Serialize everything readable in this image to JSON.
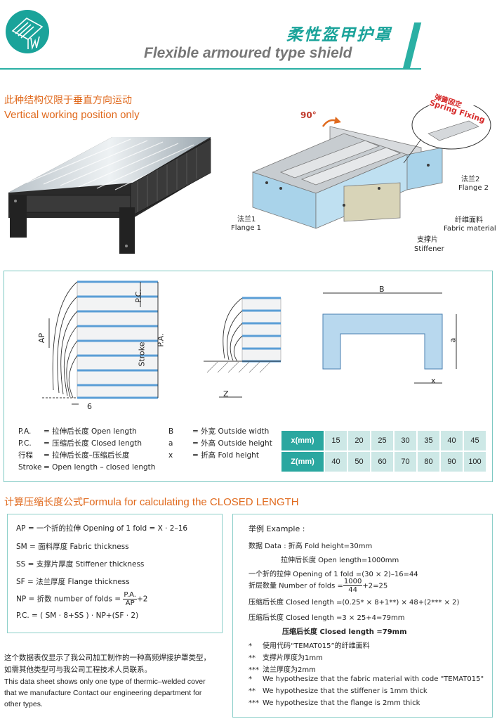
{
  "header": {
    "title_cn": "柔性盔甲护罩",
    "title_en": "Flexible armoured type shield",
    "logo_icon": "shield-logo-icon",
    "accent_color": "#1aa39a"
  },
  "section1": {
    "title_cn": "此种结构仅限于垂直方向运动",
    "title_en": "Vertical working position only",
    "angle": "90°",
    "spring_cn": "弹簧固定",
    "spring_en": "Spring Fixing",
    "flange2_cn": "法兰2",
    "flange2_en": "Flange 2",
    "fabric_cn": "纤维面料",
    "fabric_en": "Fabric material",
    "stiffener_cn": "支撑片",
    "stiffener_en": "Stiffener",
    "flange1_cn": "法兰1",
    "flange1_en": "Flange 1"
  },
  "diagram": {
    "ap": "AP",
    "pc": "P.C.",
    "pa": "P.A.",
    "stroke": "Stroke",
    "six": "6",
    "z": "Z",
    "b": "B",
    "a": "a",
    "x": "x"
  },
  "legend": {
    "left": [
      {
        "key": "P.A.",
        "val": "= 拉伸后长度 Open length"
      },
      {
        "key": "P.C.",
        "val": "= 压缩后长度 Closed length"
      },
      {
        "key": "行程",
        "val": "= 拉伸后长度–压缩后长度"
      },
      {
        "key": "Stroke",
        "val": "= Open length – closed length"
      }
    ],
    "right": [
      {
        "key": "B",
        "val": "= 外宽 Outside width"
      },
      {
        "key": "a",
        "val": "= 外高 Outside height"
      },
      {
        "key": "x",
        "val": "= 折高 Fold height"
      }
    ]
  },
  "xz_table": {
    "x_header": "x(mm)",
    "z_header": "Z(mm)",
    "x_values": [
      "15",
      "20",
      "25",
      "30",
      "35",
      "40",
      "45"
    ],
    "z_values": [
      "40",
      "50",
      "60",
      "70",
      "80",
      "90",
      "100"
    ]
  },
  "formula": {
    "title_cn": "计算压缩长度公式",
    "title_en": "Formula for calculating the CLOSED LENGTH",
    "rows": [
      "AP  =  一个折的拉伸 Opening of 1 fold = X  · 2–16",
      "SM  =  面料厚度 Fabric thickness",
      "SS  =  支撑片厚度 Stiffener thickness",
      "SF  =  法兰厚度 Flange thickness"
    ],
    "np_prefix": "NP  =  折数 number of folds = ",
    "np_num": "P.A.",
    "np_den": "AP",
    "np_suffix": "+2",
    "pc_row": "P.C. = ( SM · 8+SS ) · NP+(SF · 2)"
  },
  "example": {
    "title": "举例 Example :",
    "data1": "数据 Data : 折高 Fold height=30mm",
    "data2": "拉伸后长度 Open length=1000mm",
    "opening": "一个折的拉伸 Opening of 1 fold =(30 × 2)–16=44",
    "folds_prefix": "折层数量 Number of folds =",
    "folds_num": "1000",
    "folds_den": "44",
    "folds_suffix": "+2=25",
    "closed1": "压缩后长度 Closed length =(0.25* × 8+1**) × 48+(2*** × 2)",
    "closed2": "压缩后长度 Closed length =3 × 25+4=79mm",
    "result": "压缩后长度 Closed length =79mm",
    "notes": [
      {
        "mark": "*",
        "text": "使用代码“TEMAT015”的纤维面料"
      },
      {
        "mark": "**",
        "text": "支撑片厚度为1mm"
      },
      {
        "mark": "***",
        "text": "法兰厚度为2mm"
      },
      {
        "mark": "*",
        "text": "We hypothesize that the fabric material with code \"TEMAT015\""
      },
      {
        "mark": "**",
        "text": "We hypothesize that the stiffener is 1mm thick"
      },
      {
        "mark": "***",
        "text": "We hypothesize that the flange is 2mm thick"
      }
    ]
  },
  "note": {
    "cn": "这个数据表仅显示了我公司加工制作的一种高频焊接护罩类型，如需其他类型可与我公司工程技术人员联系。",
    "en": "This data sheet shows only one type of thermic–welded cover that we manufacture Contact our engineering department for other types."
  }
}
